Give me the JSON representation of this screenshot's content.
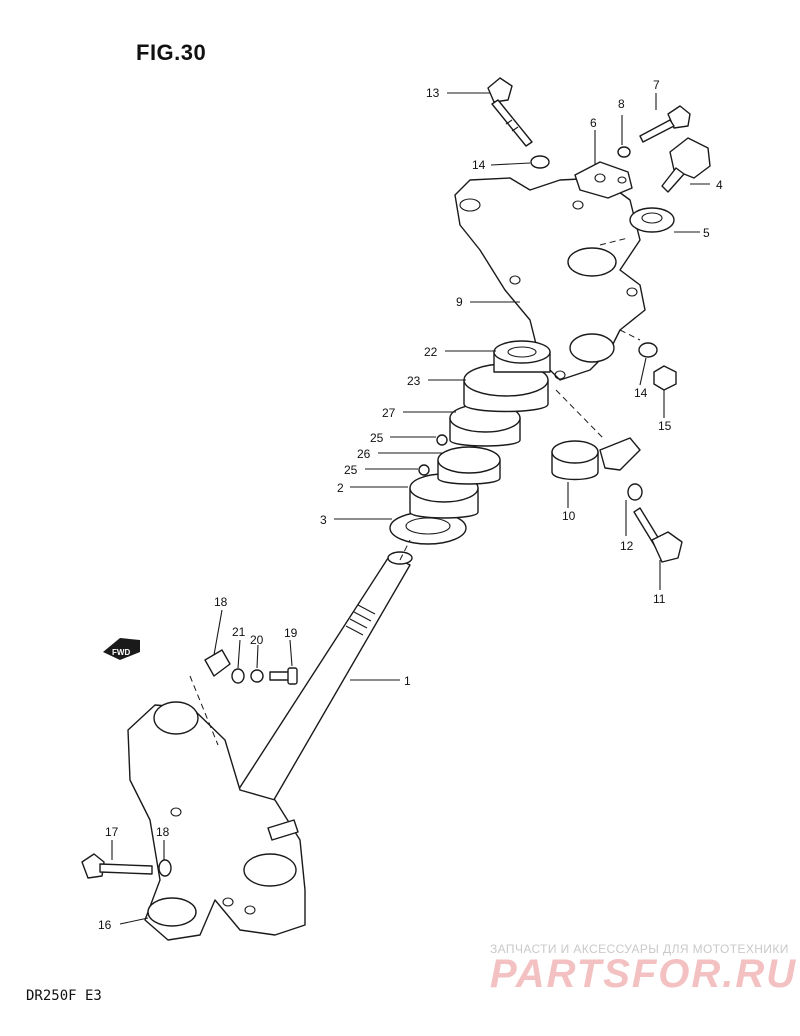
{
  "figure": {
    "title": "FIG.30",
    "model": "DR250F  E3"
  },
  "watermark": {
    "line1": "ЗАПЧАСТИ И АКСЕССУАРЫ ДЛЯ МОТОТЕХНИКИ",
    "logo": "PARTSFOR.RU"
  },
  "direction_tag": "FWD",
  "callouts": [
    {
      "id": "c1",
      "label": "1"
    },
    {
      "id": "c2",
      "label": "2"
    },
    {
      "id": "c3",
      "label": "3"
    },
    {
      "id": "c4",
      "label": "4"
    },
    {
      "id": "c5",
      "label": "5"
    },
    {
      "id": "c6",
      "label": "6"
    },
    {
      "id": "c7",
      "label": "7"
    },
    {
      "id": "c8",
      "label": "8"
    },
    {
      "id": "c9",
      "label": "9"
    },
    {
      "id": "c10",
      "label": "10"
    },
    {
      "id": "c11",
      "label": "11"
    },
    {
      "id": "c12",
      "label": "12"
    },
    {
      "id": "c13",
      "label": "13"
    },
    {
      "id": "c14a",
      "label": "14"
    },
    {
      "id": "c14b",
      "label": "14"
    },
    {
      "id": "c15",
      "label": "15"
    },
    {
      "id": "c16",
      "label": "16"
    },
    {
      "id": "c17",
      "label": "17"
    },
    {
      "id": "c18",
      "label": "18"
    },
    {
      "id": "c19",
      "label": "19"
    },
    {
      "id": "c20",
      "label": "20"
    },
    {
      "id": "c21",
      "label": "21"
    },
    {
      "id": "c22",
      "label": "22"
    },
    {
      "id": "c23",
      "label": "23"
    },
    {
      "id": "c24",
      "label": "24"
    },
    {
      "id": "c25a",
      "label": "25"
    },
    {
      "id": "c25b",
      "label": "25"
    },
    {
      "id": "c26",
      "label": "26"
    },
    {
      "id": "c27",
      "label": "27"
    }
  ]
}
